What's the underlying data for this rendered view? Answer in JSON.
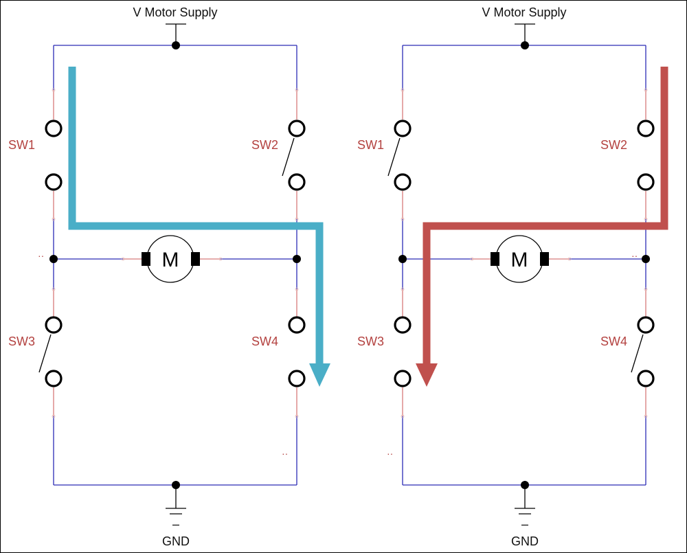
{
  "colors": {
    "wire": "#2b2bb5",
    "switch_label": "#b3413f",
    "path_left": "#4aaec7",
    "path_right": "#c0504d"
  },
  "left": {
    "supply_label": "V Motor Supply",
    "ground_label": "GND",
    "ground_minus": "–",
    "motor_label": "M",
    "sw1": "SW1",
    "sw2": "SW2",
    "sw3": "SW3",
    "sw4": "SW4",
    "dots_a": "··",
    "dots_b": "··"
  },
  "right": {
    "supply_label": "V Motor Supply",
    "ground_label": "GND",
    "ground_minus": "–",
    "motor_label": "M",
    "sw1": "SW1",
    "sw2": "SW2",
    "sw3": "SW3",
    "sw4": "SW4",
    "dots_a": "··",
    "dots_b": "··"
  }
}
